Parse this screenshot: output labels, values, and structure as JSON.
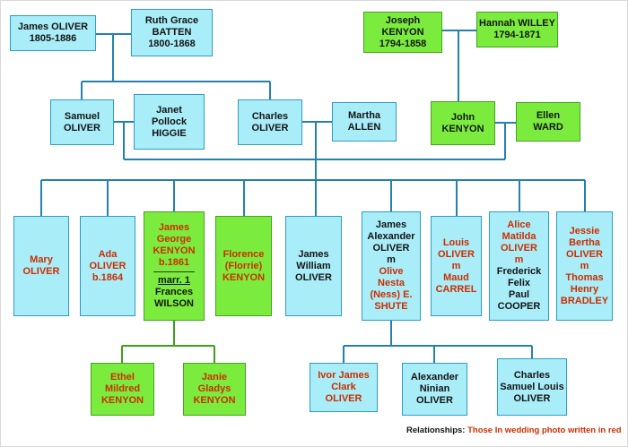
{
  "colors": {
    "box_cyan": "#a9edf8",
    "box_cyan_border": "#2d9dc6",
    "box_green": "#7bec3d",
    "box_green_border": "#44a31f",
    "connector_blue": "#2580b0",
    "connector_green": "#3f9f1e",
    "wedding_photo_red": "#cc2e00",
    "text_black": "#141414"
  },
  "people": {
    "james_oliver_sr": {
      "lines": [
        "James OLIVER",
        "1805-1886"
      ]
    },
    "ruth_batten": {
      "lines": [
        "Ruth Grace",
        "BATTEN",
        "1800-1868"
      ]
    },
    "joseph_kenyon": {
      "lines": [
        "Joseph KENYON",
        "1794-1858"
      ]
    },
    "hannah_willey": {
      "lines": [
        "Hannah WILLEY",
        "1794-1871"
      ]
    },
    "samuel_oliver": {
      "lines": [
        "Samuel",
        "OLIVER"
      ]
    },
    "janet_higgie": {
      "lines": [
        "Janet",
        "Pollock",
        "HIGGIE"
      ]
    },
    "charles_oliver": {
      "lines": [
        "Charles",
        "OLIVER"
      ]
    },
    "martha_allen": {
      "lines": [
        "Martha",
        "ALLEN"
      ]
    },
    "john_kenyon": {
      "lines": [
        "John",
        "KENYON"
      ]
    },
    "ellen_ward": {
      "lines": [
        "Ellen",
        "WARD"
      ]
    },
    "mary_oliver": {
      "lines": [
        "Mary",
        "OLIVER"
      ]
    },
    "ada_oliver": {
      "lines": [
        "Ada",
        "OLIVER",
        "b.1864"
      ]
    },
    "james_george_kenyon": {
      "lines": [
        "James",
        "George",
        "KENYON",
        "b.1861"
      ],
      "marr_label": "marr. 1",
      "spouse_lines": [
        "Frances",
        "WILSON"
      ]
    },
    "florence_kenyon": {
      "lines": [
        "Florence",
        "(Florrie)",
        "KENYON"
      ]
    },
    "james_william_oliver": {
      "lines": [
        "James",
        "William",
        "OLIVER"
      ]
    },
    "james_alexander_oliver": {
      "black_lines": [
        "James",
        "Alexander",
        "OLIVER",
        "m"
      ],
      "red_lines": [
        "Olive",
        "Nesta",
        "(Ness) E.",
        "SHUTE"
      ]
    },
    "louis_oliver": {
      "lines": [
        "Louis",
        "OLIVER",
        "m",
        "Maud",
        "CARREL"
      ]
    },
    "alice_oliver": {
      "red_lines": [
        "Alice",
        "Matilda",
        "OLIVER",
        "m"
      ],
      "black_lines": [
        "Frederick",
        "Felix",
        "Paul",
        "COOPER"
      ]
    },
    "jessie_oliver": {
      "lines": [
        "Jessie",
        "Bertha",
        "OLIVER",
        "m",
        "Thomas",
        "Henry",
        "BRADLEY"
      ]
    },
    "ethel_kenyon": {
      "lines": [
        "Ethel Mildred",
        "KENYON"
      ]
    },
    "janie_kenyon": {
      "lines": [
        "Janie Gladys",
        "KENYON"
      ]
    },
    "ivor_oliver": {
      "lines": [
        "Ivor James",
        "Clark OLIVER"
      ]
    },
    "alexander_ninian_oliver": {
      "lines": [
        "Alexander",
        "Ninian",
        "OLIVER"
      ]
    },
    "charles_samuel_oliver": {
      "lines": [
        "Charles",
        "Samuel Louis",
        "OLIVER"
      ]
    }
  },
  "legend": {
    "label": "Relationships:",
    "note": " Those In wedding photo written in red"
  }
}
